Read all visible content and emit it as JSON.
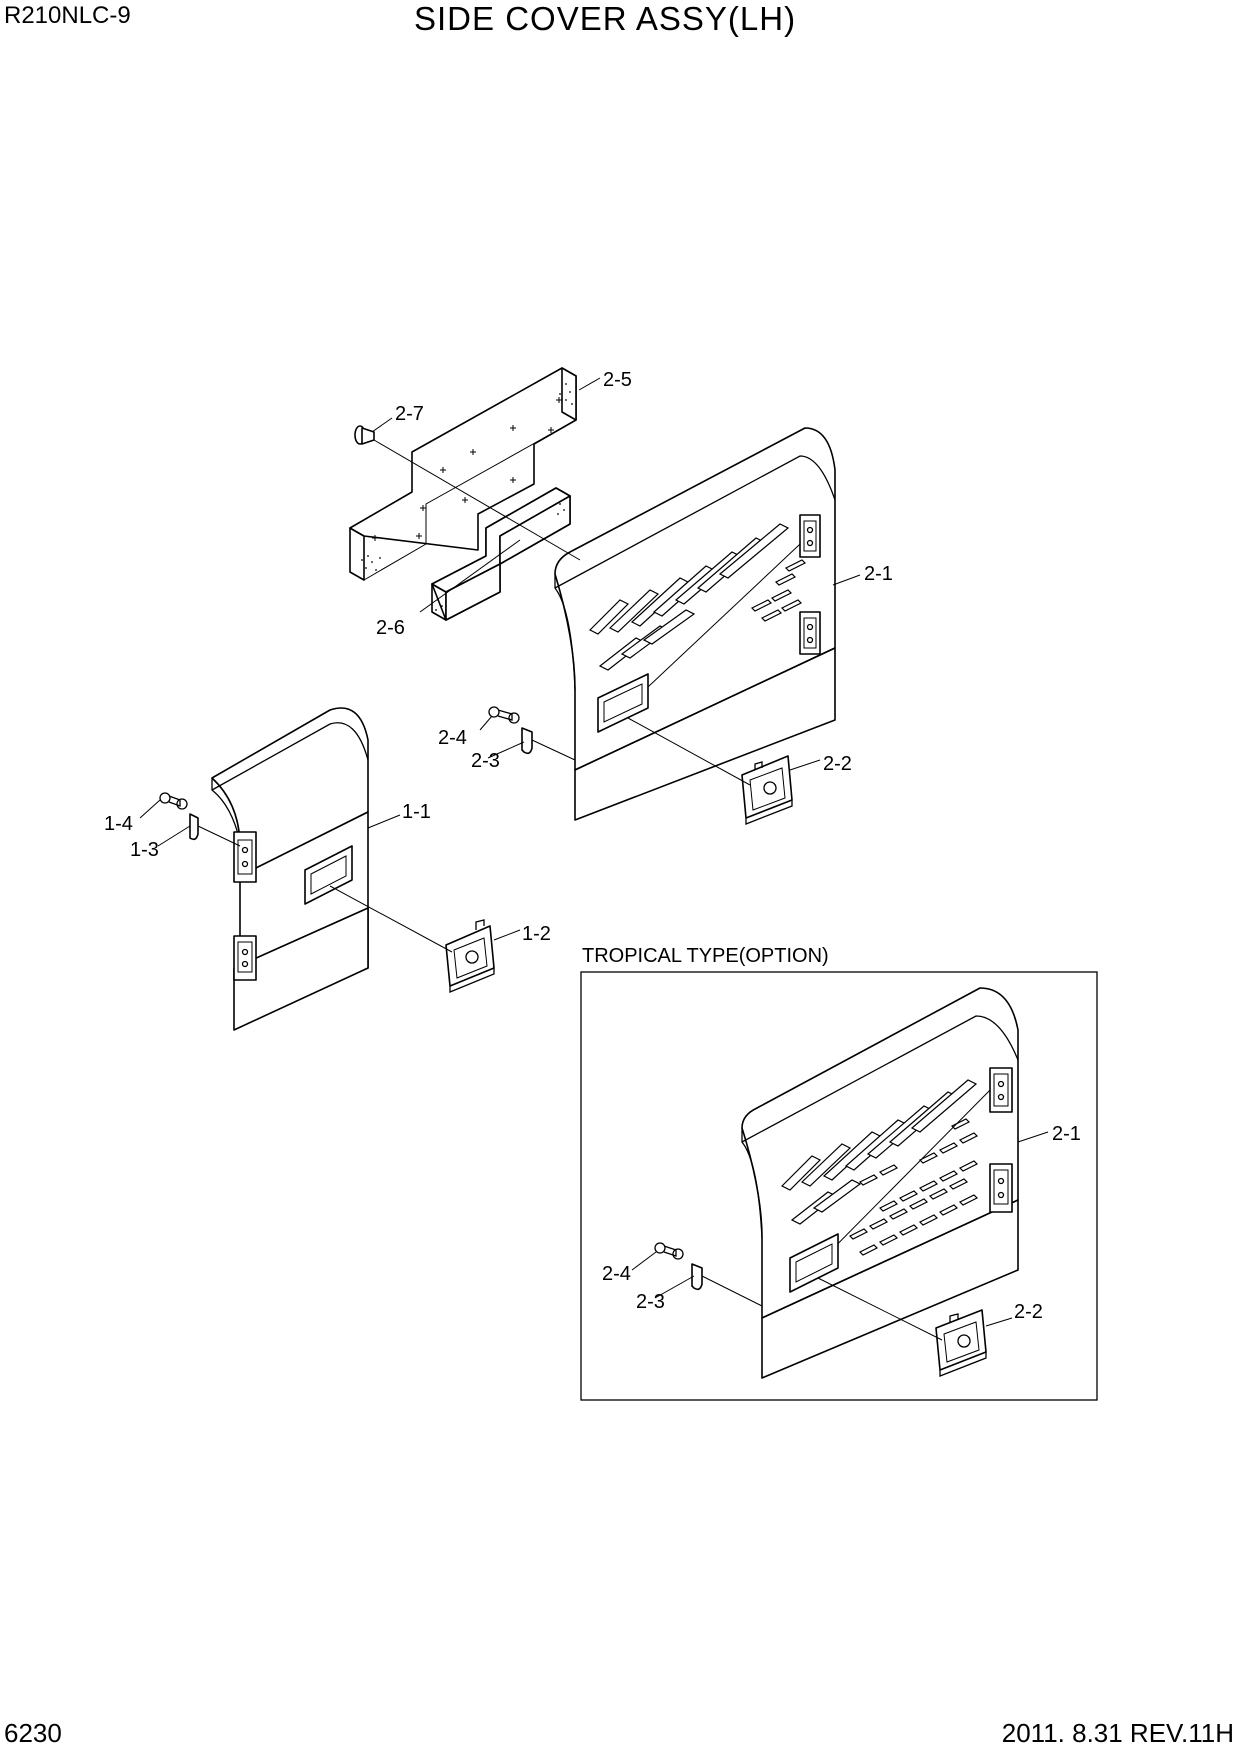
{
  "header": {
    "model": "R210NLC-9",
    "title": "SIDE COVER ASSY(LH)"
  },
  "footer": {
    "page_number": "6230",
    "revision": "2011. 8.31 REV.11H"
  },
  "inset": {
    "caption": "TROPICAL TYPE(OPTION)"
  },
  "callouts": {
    "c_2_5": "2-5",
    "c_2_7": "2-7",
    "c_2_6": "2-6",
    "c_2_1": "2-1",
    "c_2_4": "2-4",
    "c_2_3": "2-3",
    "c_2_2": "2-2",
    "c_1_1": "1-1",
    "c_1_4": "1-4",
    "c_1_3": "1-3",
    "c_1_2": "1-2",
    "t_2_1": "2-1",
    "t_2_4": "2-4",
    "t_2_3": "2-3",
    "t_2_2": "2-2"
  }
}
